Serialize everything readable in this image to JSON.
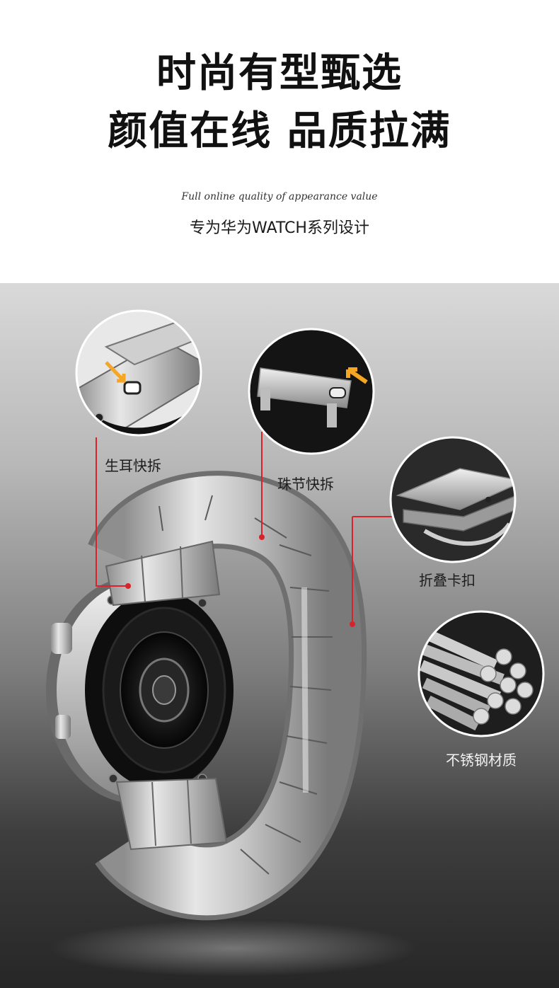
{
  "header": {
    "headline_line1": "时尚有型甄选",
    "headline_line2": "颜值在线 品质拉满",
    "script_text": "Full online quality of appearance value",
    "subtitle": "专为华为WATCH系列设计"
  },
  "callouts": [
    {
      "label": "生耳快拆",
      "icon": "quick-release-pin-icon"
    },
    {
      "label": "珠节快拆",
      "icon": "link-release-icon"
    },
    {
      "label": "折叠卡扣",
      "icon": "folding-clasp-icon"
    },
    {
      "label": "不锈钢材质",
      "icon": "steel-rods-icon"
    }
  ],
  "colors": {
    "accent_red": "#d9232a",
    "arrow_orange": "#f5a623",
    "headline": "#111111"
  }
}
